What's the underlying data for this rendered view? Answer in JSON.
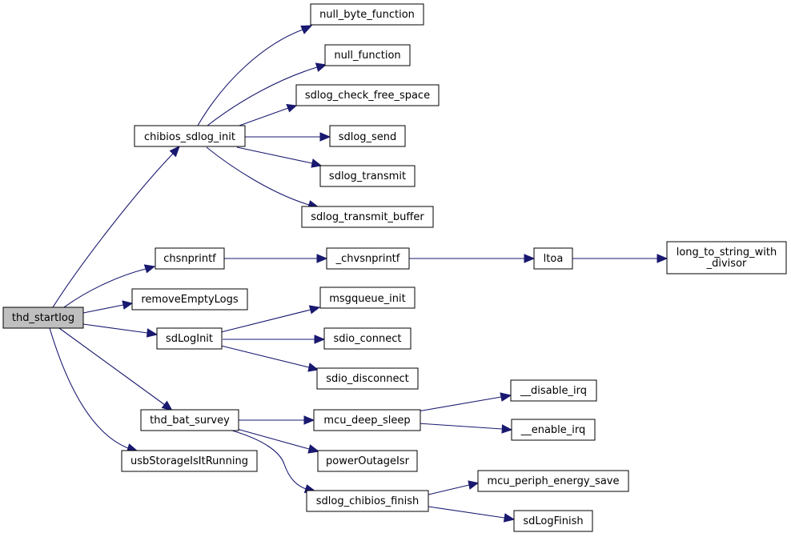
{
  "graph": {
    "colors": {
      "node_fill": "#ffffff",
      "root_fill": "#bfbfbf",
      "edge": "#191970",
      "border": "#000000"
    },
    "nodes": {
      "thd_startlog": "thd_startlog",
      "chibios_sdlog_init": "chibios_sdlog_init",
      "null_byte_function": "null_byte_function",
      "null_function": "null_function",
      "sdlog_check_free_space": "sdlog_check_free_space",
      "sdlog_send": "sdlog_send",
      "sdlog_transmit": "sdlog_transmit",
      "sdlog_transmit_buffer": "sdlog_transmit_buffer",
      "chsnprintf": "chsnprintf",
      "_chvsnprintf": "_chvsnprintf",
      "ltoa": "ltoa",
      "long_to_string_line1": "long_to_string_with",
      "long_to_string_line2": "_divisor",
      "removeEmptyLogs": "removeEmptyLogs",
      "sdLogInit": "sdLogInit",
      "msgqueue_init": "msgqueue_init",
      "sdio_connect": "sdio_connect",
      "sdio_disconnect": "sdio_disconnect",
      "thd_bat_survey": "thd_bat_survey",
      "mcu_deep_sleep": "mcu_deep_sleep",
      "__disable_irq": "__disable_irq",
      "__enable_irq": "__enable_irq",
      "powerOutageIsr": "powerOutageIsr",
      "sdlog_chibios_finish": "sdlog_chibios_finish",
      "mcu_periph_energy_save": "mcu_periph_energy_save",
      "sdLogFinish": "sdLogFinish",
      "usbStorageIsItRunning": "usbStorageIsItRunning"
    },
    "edges": [
      [
        "thd_startlog",
        "chibios_sdlog_init"
      ],
      [
        "thd_startlog",
        "chsnprintf"
      ],
      [
        "thd_startlog",
        "removeEmptyLogs"
      ],
      [
        "thd_startlog",
        "sdLogInit"
      ],
      [
        "thd_startlog",
        "thd_bat_survey"
      ],
      [
        "thd_startlog",
        "usbStorageIsItRunning"
      ],
      [
        "chibios_sdlog_init",
        "null_byte_function"
      ],
      [
        "chibios_sdlog_init",
        "null_function"
      ],
      [
        "chibios_sdlog_init",
        "sdlog_check_free_space"
      ],
      [
        "chibios_sdlog_init",
        "sdlog_send"
      ],
      [
        "chibios_sdlog_init",
        "sdlog_transmit"
      ],
      [
        "chibios_sdlog_init",
        "sdlog_transmit_buffer"
      ],
      [
        "chsnprintf",
        "_chvsnprintf"
      ],
      [
        "_chvsnprintf",
        "ltoa"
      ],
      [
        "ltoa",
        "long_to_string_with_divisor"
      ],
      [
        "sdLogInit",
        "msgqueue_init"
      ],
      [
        "sdLogInit",
        "sdio_connect"
      ],
      [
        "sdLogInit",
        "sdio_disconnect"
      ],
      [
        "thd_bat_survey",
        "mcu_deep_sleep"
      ],
      [
        "thd_bat_survey",
        "powerOutageIsr"
      ],
      [
        "thd_bat_survey",
        "sdlog_chibios_finish"
      ],
      [
        "mcu_deep_sleep",
        "__disable_irq"
      ],
      [
        "mcu_deep_sleep",
        "__enable_irq"
      ],
      [
        "sdlog_chibios_finish",
        "mcu_periph_energy_save"
      ],
      [
        "sdlog_chibios_finish",
        "sdLogFinish"
      ]
    ]
  }
}
